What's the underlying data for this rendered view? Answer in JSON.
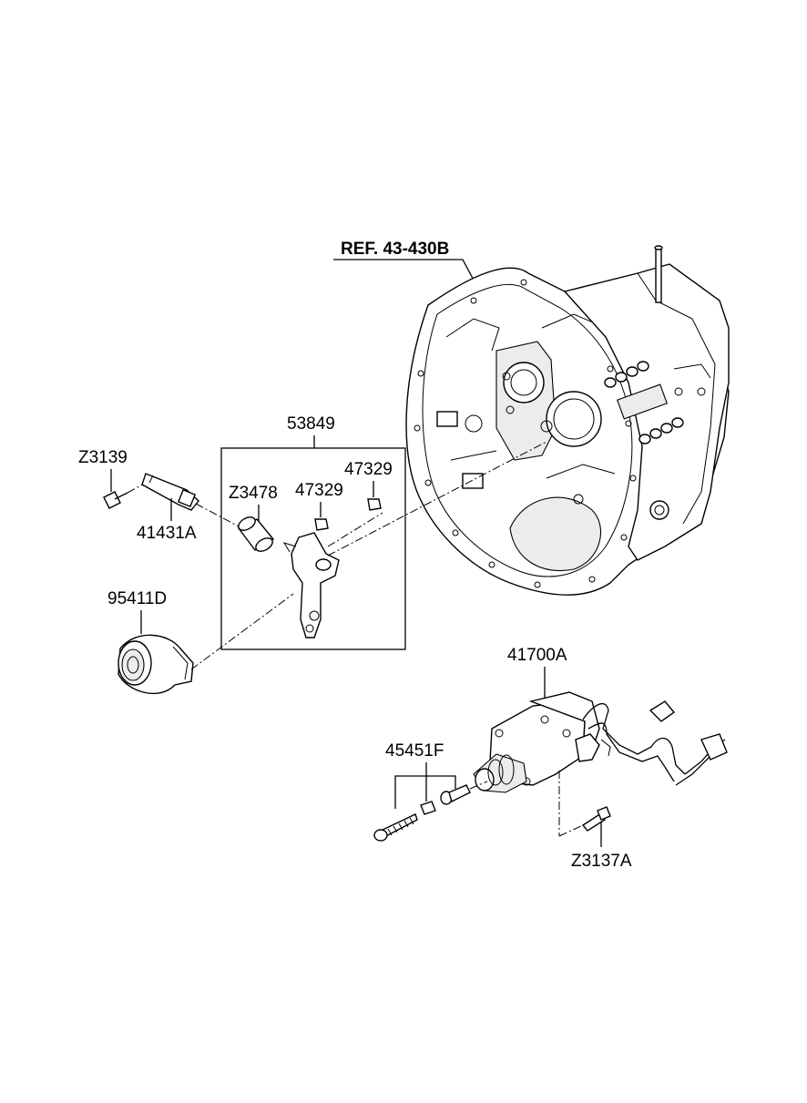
{
  "diagram": {
    "reference_label": "REF. 43-430B",
    "parts": [
      {
        "id": "53849",
        "label": "53849"
      },
      {
        "id": "Z3139",
        "label": "Z3139"
      },
      {
        "id": "41431A",
        "label": "41431A"
      },
      {
        "id": "Z3478",
        "label": "Z3478"
      },
      {
        "id": "47329a",
        "label": "47329"
      },
      {
        "id": "47329b",
        "label": "47329"
      },
      {
        "id": "95411D",
        "label": "95411D"
      },
      {
        "id": "41700A",
        "label": "41700A"
      },
      {
        "id": "45451F",
        "label": "45451F"
      },
      {
        "id": "Z3137A",
        "label": "Z3137A"
      }
    ]
  }
}
